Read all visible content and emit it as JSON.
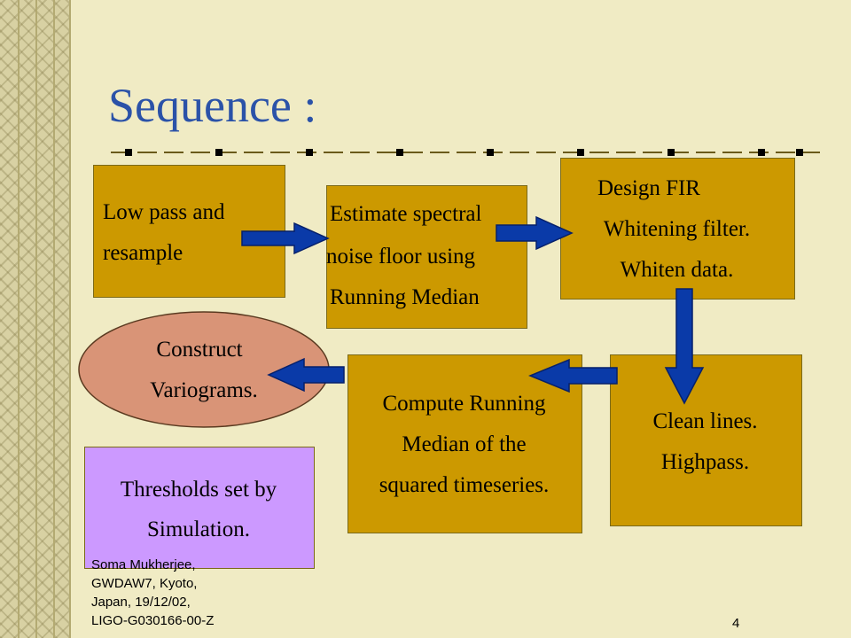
{
  "slide": {
    "title": "Sequence :",
    "page_number": "4",
    "footer_lines": [
      "Soma Mukherjee,",
      "GWDAW7, Kyoto,",
      "Japan, 19/12/02,",
      "LIGO-G030166-00-Z"
    ]
  },
  "flowchart": {
    "low_pass": {
      "lines": [
        "Low pass and",
        "resample"
      ]
    },
    "estimate_spectral": {
      "lines": [
        "Estimate spectral",
        "noise floor using",
        "Running Median"
      ]
    },
    "design_fir": {
      "lines": [
        "Design FIR",
        "Whitening filter.",
        "Whiten data."
      ]
    },
    "clean_lines": {
      "lines": [
        "Clean lines.",
        "Highpass."
      ]
    },
    "compute_running_median": {
      "lines": [
        "Compute Running",
        "Median of the",
        "squared timeseries."
      ]
    },
    "construct_variograms": {
      "lines": [
        "Construct",
        "Variograms."
      ]
    },
    "thresholds": {
      "lines": [
        "Thresholds set by",
        "Simulation."
      ]
    }
  },
  "colors": {
    "background": "#f0ebc4",
    "title": "#2b52a8",
    "process_box": "#cc9900",
    "ellipse": "#d99477",
    "threshold_box": "#cc99ff",
    "arrow_fill": "#0a3aa8",
    "arrow_edge": "#05206b"
  }
}
